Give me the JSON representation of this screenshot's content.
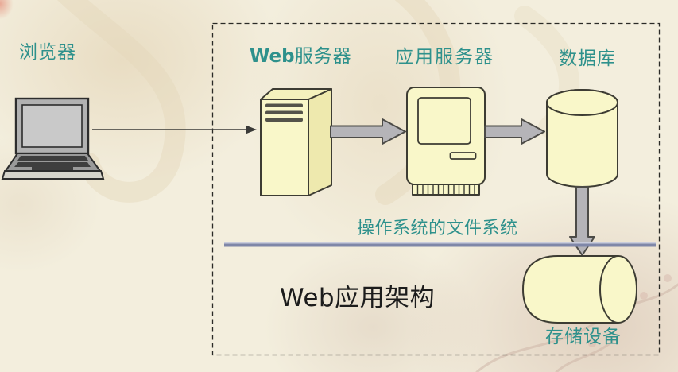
{
  "title": "Web应用架构",
  "nodes": {
    "browser": {
      "label": "浏览器"
    },
    "web_server": {
      "label_prefix": "Web",
      "label_suffix": "服务器"
    },
    "app_server": {
      "label": "应用服务器"
    },
    "database": {
      "label": "数据库"
    },
    "storage": {
      "label": "存储设备"
    }
  },
  "annotations": {
    "file_system": "操作系统的文件系统"
  },
  "icons": {
    "browser": "laptop-icon",
    "web_server": "tower-server-icon",
    "app_server": "desktop-computer-icon",
    "database": "cylinder-database-icon",
    "storage": "horizontal-cylinder-icon"
  },
  "theme": {
    "label-teal": "#2e918c",
    "title-color": "#1c1c1c",
    "node-fill": "#f9f7c9",
    "node-fill-side": "#eee9ae",
    "node-fill-top": "#f4f1bd",
    "node-stroke": "#3d3c33",
    "arrow-fill": "#b5b4b8",
    "arrow-stroke": "#4c4b47",
    "divider-color": "#7f87a8",
    "divider-highlight": "#c9ccdb",
    "background": "#f3eedd"
  }
}
